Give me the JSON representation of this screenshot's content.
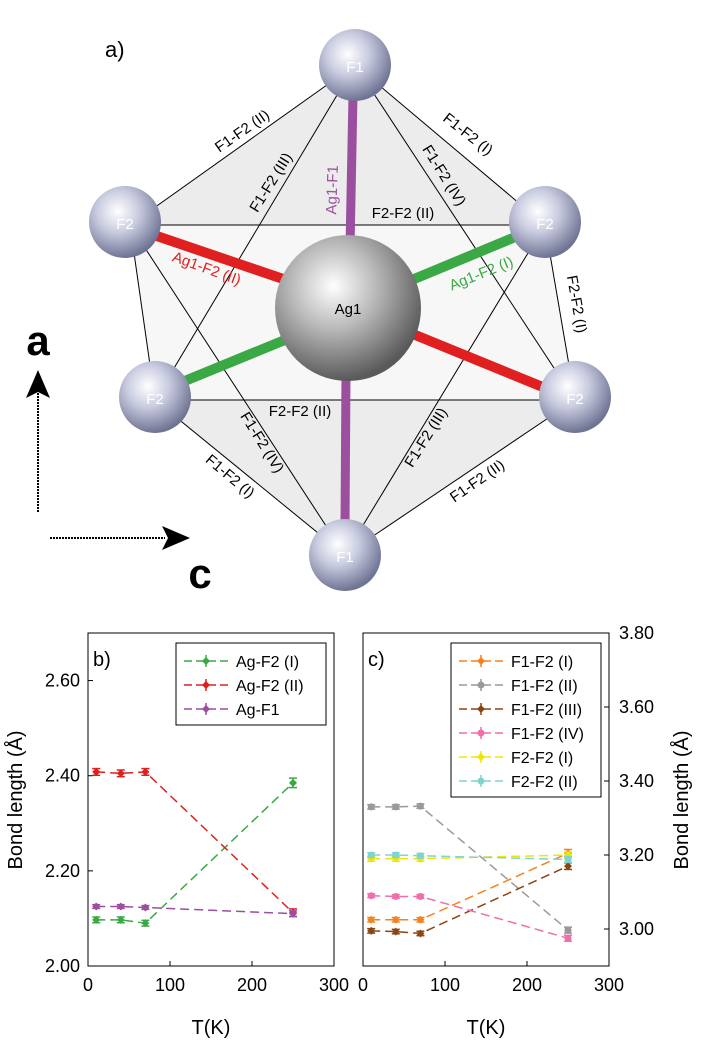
{
  "panel_a": {
    "label": "a)",
    "axis_a": "a",
    "axis_c": "c",
    "atoms": {
      "center": "Ag1",
      "f1_top": "F1",
      "f1_bottom": "F1",
      "f2_ul": "F2",
      "f2_ur": "F2",
      "f2_ll": "F2",
      "f2_lr": "F2"
    },
    "bond_labels": {
      "f1f2_ii_ul": "F1-F2 (II)",
      "f1f2_iii_ul": "F1-F2 (III)",
      "ag1f1": "Ag1-F1",
      "f1f2_i_ur": "F1-F2 (I)",
      "f1f2_iv_ur": "F1-F2 (IV)",
      "f2f2_ii_top": "F2-F2 (II)",
      "ag1f2_ii": "Ag1-F2 (II)",
      "ag1f2_i": "Ag1-F2 (I)",
      "f2f2_i": "F2-F2 (I)",
      "f2f2_ii_bottom": "F2-F2 (II)",
      "f1f2_iv_ll": "F1-F2 (IV)",
      "f1f2_i_ll": "F1-F2 (I)",
      "f1f2_iii_lr": "F1-F2 (III)",
      "f1f2_ii_lr": "F1-F2 (II)"
    },
    "colors": {
      "ag_f1": "#9b4f9e",
      "ag_f2_i": "#3aa845",
      "ag_f2_ii": "#e02020",
      "atom_f": "#a8adc8",
      "atom_ag": "#9a9a9a"
    }
  },
  "chart_data": [
    {
      "type": "scatter",
      "panel_label": "b)",
      "xlabel": "T(K)",
      "ylabel": "Bond length (Å)",
      "xlim": [
        0,
        300
      ],
      "ylim": [
        2.0,
        2.7
      ],
      "xticks": [
        "0",
        "100",
        "200",
        "300"
      ],
      "yticks": [
        "2.00",
        "2.20",
        "2.40",
        "2.60"
      ],
      "yaxis_side": "left",
      "legend_position": "top-right",
      "line_style": "dashed",
      "series": [
        {
          "name": "Ag-F2 (I)",
          "color": "#3aa845",
          "marker": "diamond",
          "x": [
            10,
            40,
            70,
            250
          ],
          "y": [
            2.097,
            2.097,
            2.09,
            2.385
          ],
          "err": [
            0.006,
            0.006,
            0.006,
            0.01
          ]
        },
        {
          "name": "Ag-F2 (II)",
          "color": "#e02020",
          "marker": "diamond",
          "x": [
            10,
            40,
            70,
            250
          ],
          "y": [
            2.408,
            2.405,
            2.408,
            2.112
          ],
          "err": [
            0.007,
            0.007,
            0.007,
            0.008
          ]
        },
        {
          "name": "Ag-F1",
          "color": "#9b4f9e",
          "marker": "diamond",
          "x": [
            10,
            40,
            70,
            250
          ],
          "y": [
            2.125,
            2.125,
            2.123,
            2.11
          ],
          "err": [
            0.004,
            0.004,
            0.004,
            0.006
          ]
        }
      ]
    },
    {
      "type": "scatter",
      "panel_label": "c)",
      "xlabel": "T(K)",
      "ylabel": "Bond length (Å)",
      "xlim": [
        0,
        300
      ],
      "ylim": [
        2.9,
        3.8
      ],
      "xticks": [
        "0",
        "100",
        "200",
        "300"
      ],
      "yticks": [
        "3.00",
        "3.20",
        "3.40",
        "3.60",
        "3.80"
      ],
      "yaxis_side": "right",
      "legend_position": "top-right",
      "line_style": "dashed",
      "series": [
        {
          "name": "F1-F2 (I)",
          "color": "#f5821f",
          "marker": "diamond",
          "x": [
            10,
            40,
            70,
            250
          ],
          "y": [
            3.025,
            3.025,
            3.025,
            3.205
          ],
          "err": [
            0.006,
            0.006,
            0.006,
            0.01
          ]
        },
        {
          "name": "F1-F2 (II)",
          "color": "#999999",
          "marker": "circle",
          "x": [
            10,
            40,
            70,
            250
          ],
          "y": [
            3.33,
            3.33,
            3.332,
            2.997
          ],
          "err": [
            0.006,
            0.006,
            0.006,
            0.008
          ]
        },
        {
          "name": "F1-F2 (III)",
          "color": "#8b4513",
          "marker": "diamond",
          "x": [
            10,
            40,
            70,
            250
          ],
          "y": [
            2.995,
            2.993,
            2.988,
            3.17
          ],
          "err": [
            0.006,
            0.006,
            0.006,
            0.009
          ]
        },
        {
          "name": "F1-F2 (IV)",
          "color": "#f06eaa",
          "marker": "circle",
          "x": [
            10,
            40,
            70,
            250
          ],
          "y": [
            3.09,
            3.088,
            3.088,
            2.975
          ],
          "err": [
            0.005,
            0.005,
            0.005,
            0.008
          ]
        },
        {
          "name": "F2-F2 (I)",
          "color": "#f0e600",
          "marker": "diamond",
          "x": [
            10,
            40,
            70,
            250
          ],
          "y": [
            3.19,
            3.19,
            3.19,
            3.2
          ],
          "err": [
            0.007,
            0.007,
            0.007,
            0.008
          ]
        },
        {
          "name": "F2-F2 (II)",
          "color": "#7fd4d0",
          "marker": "circle",
          "x": [
            10,
            40,
            70,
            250
          ],
          "y": [
            3.2,
            3.2,
            3.198,
            3.188
          ],
          "err": [
            0.006,
            0.006,
            0.006,
            0.008
          ]
        }
      ]
    }
  ]
}
